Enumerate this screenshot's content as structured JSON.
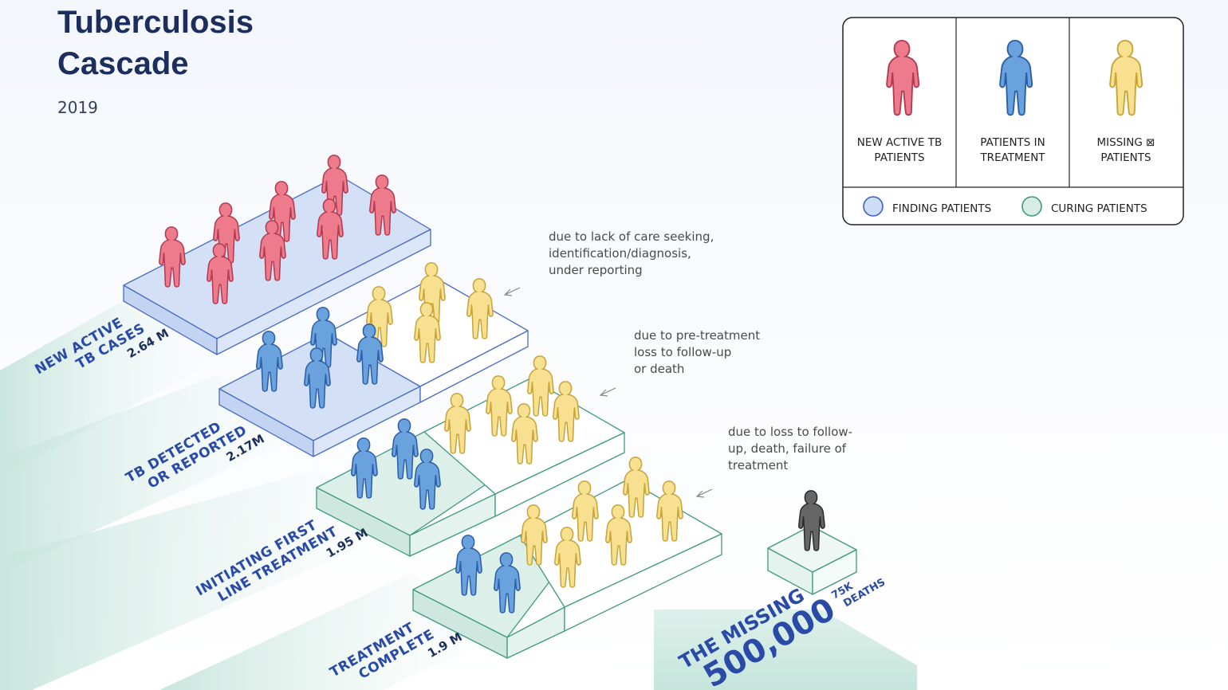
{
  "header": {
    "title_line1": "Tuberculosis",
    "title_line2": "Cascade",
    "year": "2019"
  },
  "legend": {
    "figures": [
      {
        "line1": "NEW ACTIVE TB",
        "line2": "PATIENTS",
        "color": "#ee7b8c"
      },
      {
        "line1": "PATIENTS IN",
        "line2": "TREATMENT",
        "color": "#6aa2de"
      },
      {
        "line1": "MISSING ⊠",
        "line2": "PATIENTS",
        "color": "#f7e08f"
      }
    ],
    "swatches": [
      {
        "label": "FINDING PATIENTS",
        "fill": "#cfdcf5",
        "stroke": "#3d63bf"
      },
      {
        "label": "CURING PATIENTS",
        "fill": "#d7ece5",
        "stroke": "#3f9a7d"
      }
    ]
  },
  "notes": [
    {
      "lines": [
        "due to lack of care seeking,",
        "identification/diagnosis,",
        "under reporting"
      ]
    },
    {
      "lines": [
        "due to pre-treatment",
        "loss to follow-up",
        "or death"
      ]
    },
    {
      "lines": [
        "due to loss to follow-",
        "up, death, failure of",
        "treatment"
      ]
    }
  ],
  "stages": [
    {
      "line1": "NEW ACTIVE",
      "line2": "TB CASES",
      "value": "2.64 M"
    },
    {
      "line1": "TB DETECTED",
      "line2": "OR REPORTED",
      "value": "2.17M"
    },
    {
      "line1": "INITIATING FIRST",
      "line2": "LINE TREATMENT",
      "value": "1.95 M"
    },
    {
      "line1": "TREATMENT",
      "line2": "COMPLETE",
      "value": "1.9 M"
    }
  ],
  "missing": {
    "line1": "THE MISSING",
    "line2": "500,000"
  },
  "deaths": {
    "line1": "75K",
    "line2": "DEATHS"
  },
  "colors": {
    "new_case": "#ee7b8c",
    "in_treatment": "#6aa2de",
    "missing": "#f7e08f",
    "death": "#666666",
    "finding_fill": "#d6e2f7",
    "finding_stroke": "#3d63bf",
    "curing_fill": "#dcefe8",
    "curing_stroke": "#3f9a7d",
    "band": "#d2ebe4"
  }
}
